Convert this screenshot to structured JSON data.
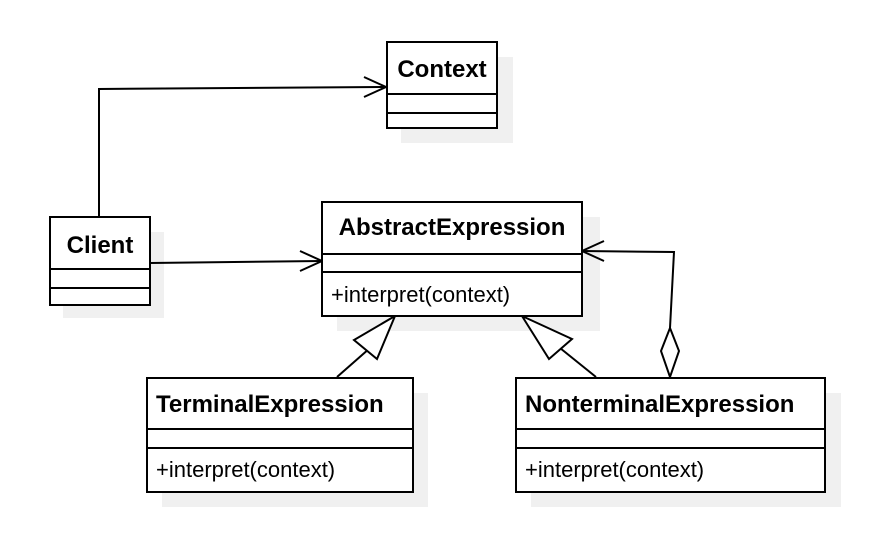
{
  "diagram": {
    "classes": {
      "context": {
        "name": "Context",
        "operations": []
      },
      "client": {
        "name": "Client",
        "operations": []
      },
      "abstract_expression": {
        "name": "AbstractExpression",
        "operations": [
          "+interpret(context)"
        ]
      },
      "terminal_expression": {
        "name": "TerminalExpression",
        "operations": [
          "+interpret(context)"
        ]
      },
      "nonterminal_expression": {
        "name": "NonterminalExpression",
        "operations": [
          "+interpret(context)"
        ]
      }
    },
    "relationships": [
      {
        "from": "Client",
        "to": "Context",
        "type": "association"
      },
      {
        "from": "Client",
        "to": "AbstractExpression",
        "type": "association"
      },
      {
        "from": "TerminalExpression",
        "to": "AbstractExpression",
        "type": "generalization"
      },
      {
        "from": "NonterminalExpression",
        "to": "AbstractExpression",
        "type": "generalization"
      },
      {
        "from": "NonterminalExpression",
        "to": "AbstractExpression",
        "type": "aggregation"
      }
    ]
  }
}
